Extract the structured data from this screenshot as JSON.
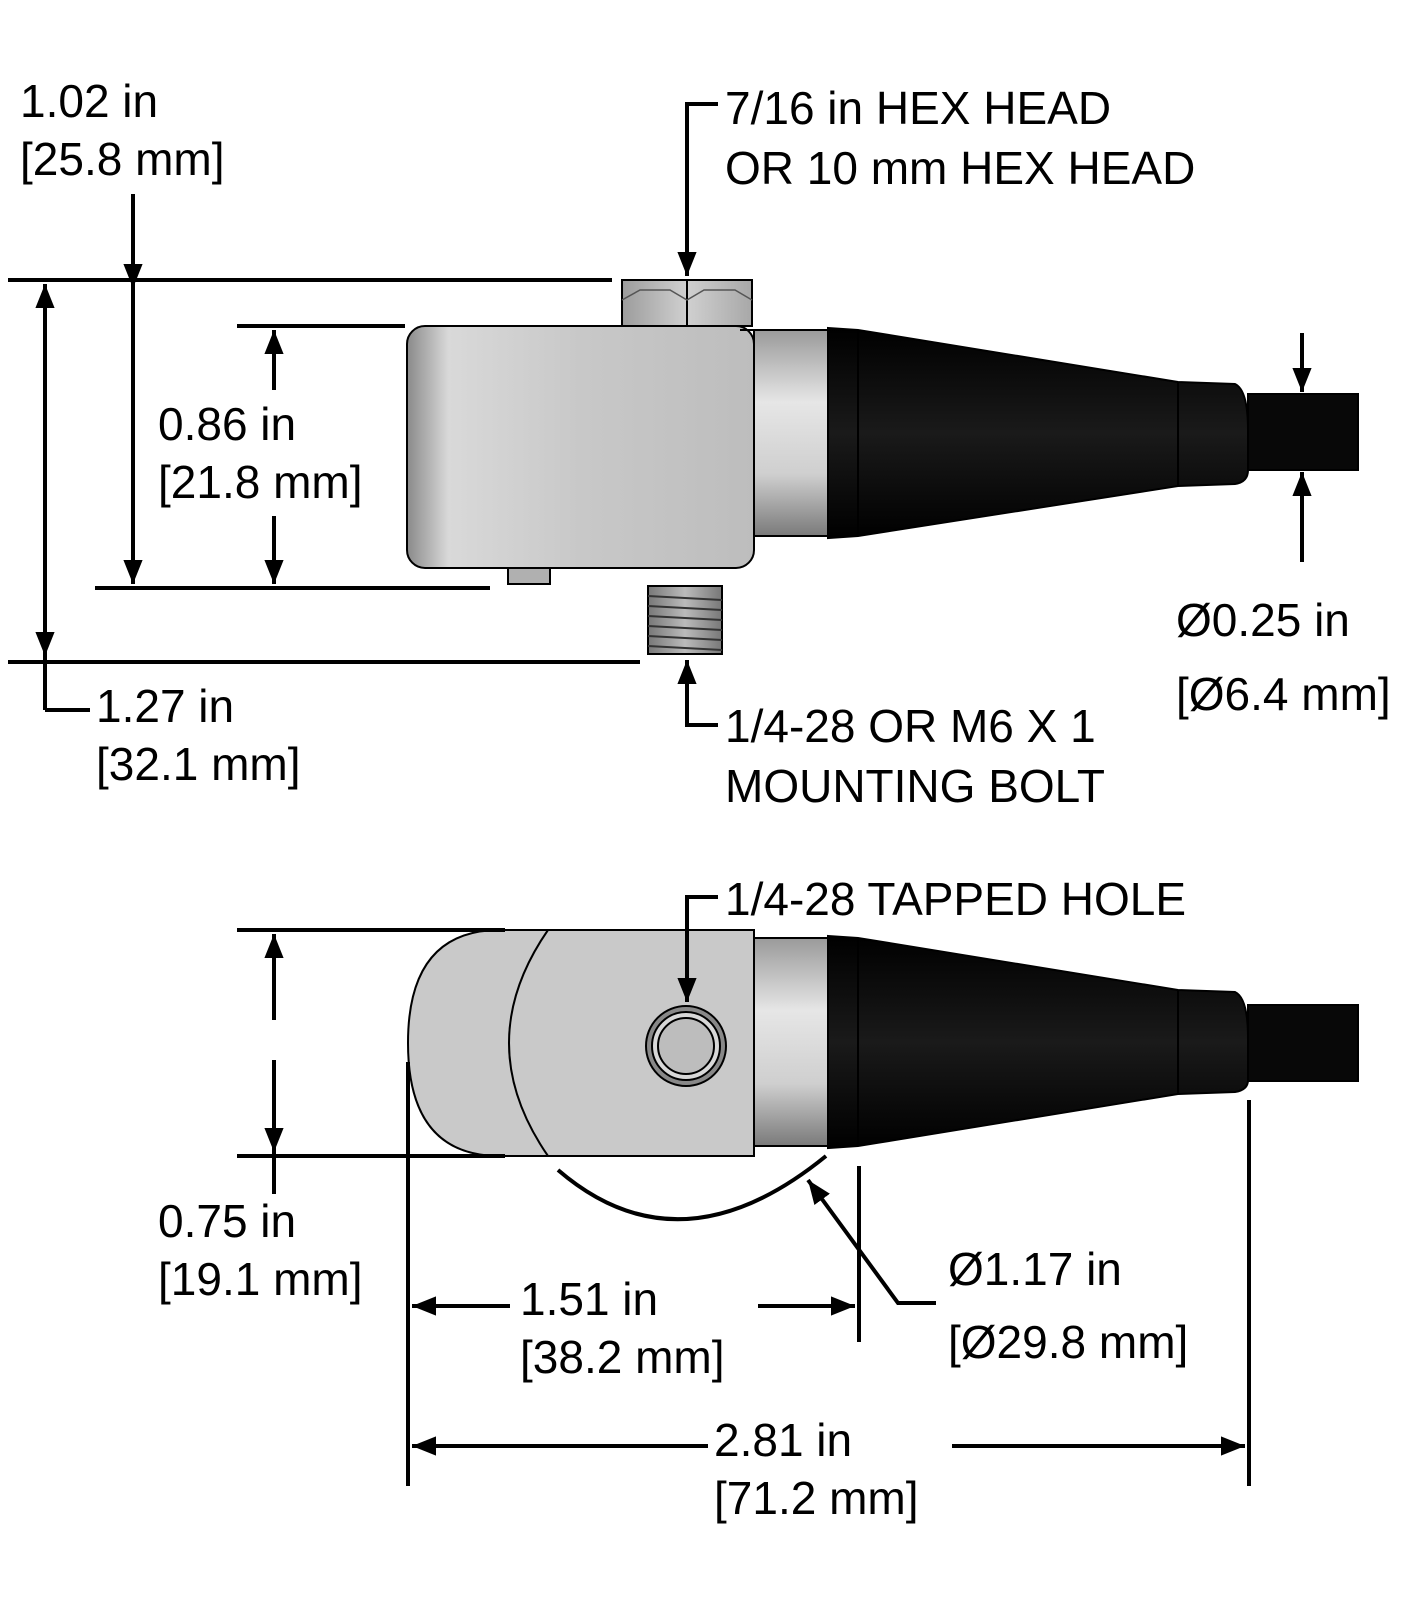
{
  "colors": {
    "ink": "#000000",
    "steel_light": "#e2e2e2",
    "steel_mid": "#c8c8c8",
    "steel_dark": "#8a8a8a",
    "cable_black": "#0d0d0d",
    "background": "#ffffff"
  },
  "side_view": {
    "overall_height": {
      "inch": "1.02 in",
      "mm": "[25.8 mm]"
    },
    "body_height": {
      "inch": "0.86 in",
      "mm": "[21.8 mm]"
    },
    "total_height_with_bolt": {
      "inch": "1.27 in",
      "mm": "[32.1 mm]"
    },
    "hex_head_callout": {
      "line1": "7/16 in HEX HEAD",
      "line2": "OR 10 mm HEX HEAD"
    },
    "mounting_bolt_callout": {
      "line1": "1/4-28 OR M6 X 1",
      "line2": "MOUNTING BOLT"
    },
    "cable_diameter": {
      "inch": "Ø0.25 in",
      "mm": "[Ø6.4 mm]"
    }
  },
  "top_view": {
    "tapped_hole_callout": "1/4-28 TAPPED HOLE",
    "width": {
      "inch": "0.75 in",
      "mm": "[19.1 mm]"
    },
    "length_to_swing": {
      "inch": "1.51 in",
      "mm": "[38.2 mm]"
    },
    "swing_diameter": {
      "inch": "Ø1.17 in",
      "mm": "[Ø29.8 mm]"
    },
    "overall_length": {
      "inch": "2.81 in",
      "mm": "[71.2 mm]"
    }
  }
}
